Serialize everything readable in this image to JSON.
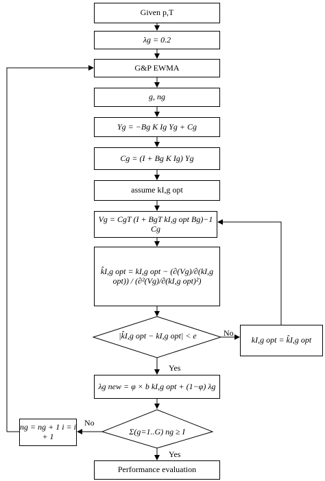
{
  "nodes": {
    "given": "Given p,T",
    "lambda_init": "λg = 0.2",
    "ewma": "G&P EWMA",
    "g_ng": "g, ng",
    "y_eq": "Yg = −Bg K Ig Yg + Cg",
    "c_eq": "Cg = (I + Bg K Ig) Yg",
    "assume": "assume kI,g opt",
    "v_eq": "Vg = CgT (I + BgT kI,g opt Bg)−1 Cg",
    "k_update": "k̂I,g opt = kI,g opt − (∂(Vg)/∂(kI,g opt)) / (∂²(Vg)/∂(kI,g opt)²)",
    "convergence": "|k̂I,g opt − kI,g opt| < e",
    "k_assign": "kI,g opt = k̂I,g opt",
    "lambda_new": "λg new = φ × b kI,g opt + (1−φ) λg",
    "sum_check": "Σ(g=1..G) ng ≥ I",
    "increment": "ng = ng + 1   i = i + 1",
    "performance": "Performance evaluation"
  },
  "edge_labels": {
    "no_convergence": "No",
    "yes_convergence": "Yes",
    "no_sum": "No",
    "yes_sum": "Yes"
  }
}
